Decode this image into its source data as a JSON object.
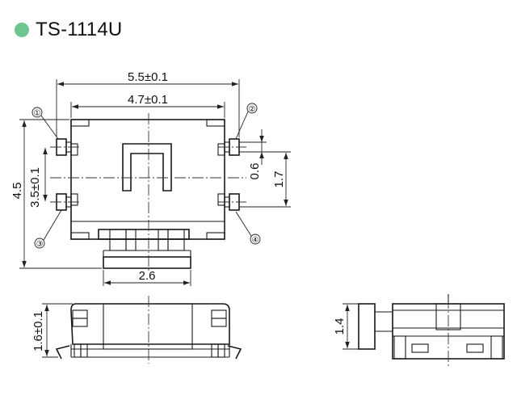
{
  "header": {
    "model": "TS-1114U",
    "dot_color": "#6cc68f"
  },
  "dimensions": {
    "overall_width": "5.5±0.1",
    "inner_width": "4.7±0.1",
    "overall_height": "4.5",
    "terminal_pitch": "3.5±0.1",
    "terminal_width": "0.6",
    "terminal_span": "1.7",
    "actuator_width": "2.6",
    "body_height": "1.6±0.1",
    "side_height": "1.4"
  },
  "pins": {
    "p1": "①",
    "p2": "②",
    "p3": "③",
    "p4": "④"
  }
}
